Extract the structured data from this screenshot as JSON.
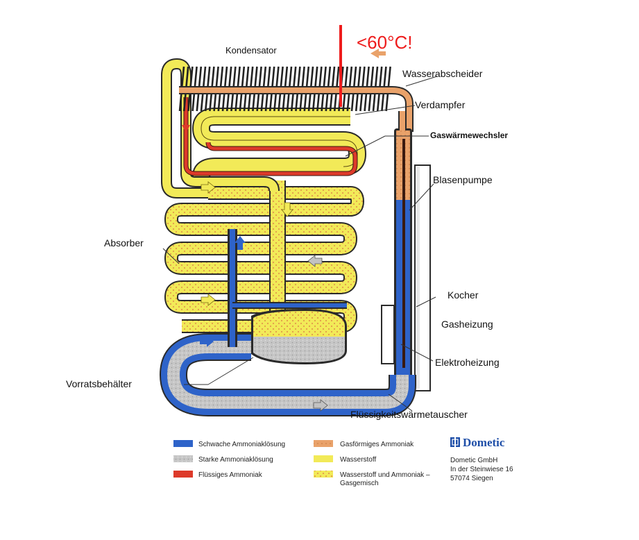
{
  "annotation": {
    "text": "<60°C!",
    "color": "#ee1c1c"
  },
  "labels": {
    "kondensator": "Kondensator",
    "wasserabscheider": "Wasserabscheider",
    "verdampfer": "Verdampfer",
    "gaswaermewechsler": "Gaswärmewechsler",
    "blasenpumpe": "Blasenpumpe",
    "absorber": "Absorber",
    "kocher": "Kocher",
    "gasheizung": "Gasheizung",
    "elektroheizung": "Elektroheizung",
    "vorratsbehaelter": "Vorratsbehälter",
    "fluessigkeitswaermetauscher": "Flüssigkeitswärmetauscher"
  },
  "legend": {
    "items": [
      {
        "label": "Schwache Ammoniaklösung",
        "color": "#2e63c9"
      },
      {
        "label": "Starke Ammoniaklösung",
        "color": "#c2c2c2"
      },
      {
        "label": "Flüssiges Ammoniak",
        "color": "#dd3a2a"
      },
      {
        "label": "Gasförmiges Ammoniak",
        "color": "#e9a26a"
      },
      {
        "label": "Wasserstoff",
        "color": "#f2ea58"
      },
      {
        "label": "Wasserstoff und Ammoniak –",
        "label2": "Gasgemisch",
        "color": "#f2ea58"
      }
    ]
  },
  "brand": {
    "name": "Dometic",
    "company": "Dometic GmbH",
    "street": "In der Steinwiese 16",
    "city": "57074 Siegen"
  },
  "colors": {
    "weak_solution": "#2e63c9",
    "strong_solution": "#c2c2c2",
    "liquid_ammonia": "#dd3a2a",
    "gaseous_ammonia": "#e9a26a",
    "hydrogen": "#f2ea58",
    "brand_blue": "#1f4fa8"
  }
}
